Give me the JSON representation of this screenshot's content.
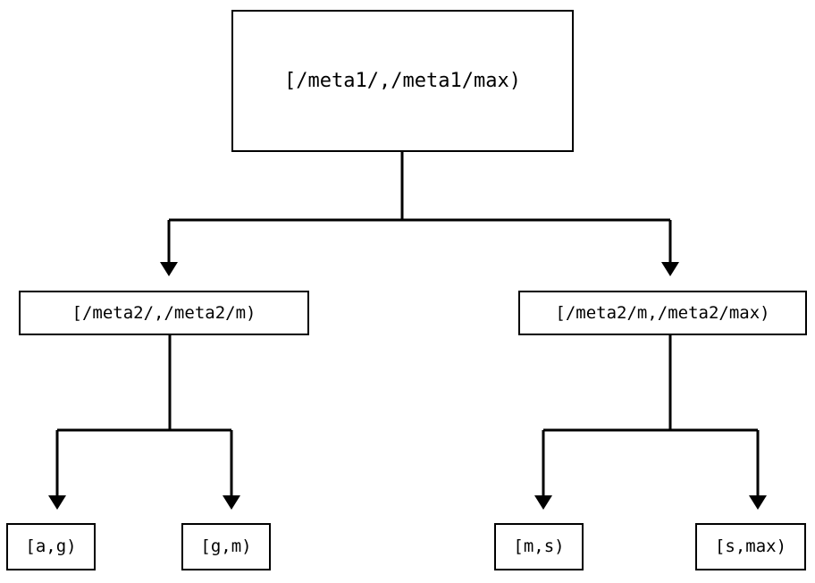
{
  "diagram": {
    "type": "tree",
    "title": "",
    "background_color": "#ffffff",
    "line_color": "#000000",
    "text_color": "#000000",
    "nodes": {
      "root": {
        "label": "[/meta1/,/meta1/max)"
      },
      "mid_left": {
        "label": "[/meta2/,/meta2/m)"
      },
      "mid_right": {
        "label": "[/meta2/m,/meta2/max)"
      },
      "leaf_ag": {
        "label": "[a,g)"
      },
      "leaf_gm": {
        "label": "[g,m)"
      },
      "leaf_ms": {
        "label": "[m,s)"
      },
      "leaf_smax": {
        "label": "[s,max)"
      }
    },
    "edges": [
      {
        "from": "root",
        "to": "mid_left",
        "arrow": "arrowhead-down-icon"
      },
      {
        "from": "root",
        "to": "mid_right",
        "arrow": "arrowhead-down-icon"
      },
      {
        "from": "mid_left",
        "to": "leaf_ag",
        "arrow": "arrowhead-down-icon"
      },
      {
        "from": "mid_left",
        "to": "leaf_gm",
        "arrow": "arrowhead-down-icon"
      },
      {
        "from": "mid_right",
        "to": "leaf_ms",
        "arrow": "arrowhead-down-icon"
      },
      {
        "from": "mid_right",
        "to": "leaf_smax",
        "arrow": "arrowhead-down-icon"
      }
    ]
  }
}
